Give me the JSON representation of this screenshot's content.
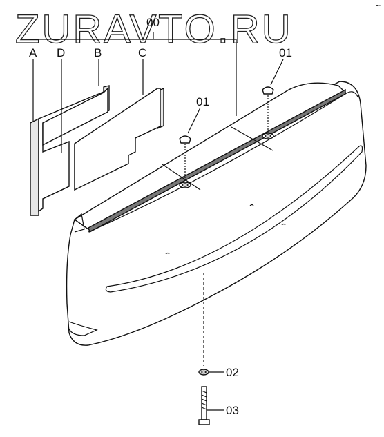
{
  "watermark": "ZURAVTO.RU",
  "corner_mark": "~",
  "labels": {
    "assembly": "00",
    "plate_a": "A",
    "plate_d": "D",
    "plate_b": "B",
    "plate_c": "C",
    "cap_right": "01",
    "cap_left": "01",
    "washer": "02",
    "bolt": "03"
  }
}
